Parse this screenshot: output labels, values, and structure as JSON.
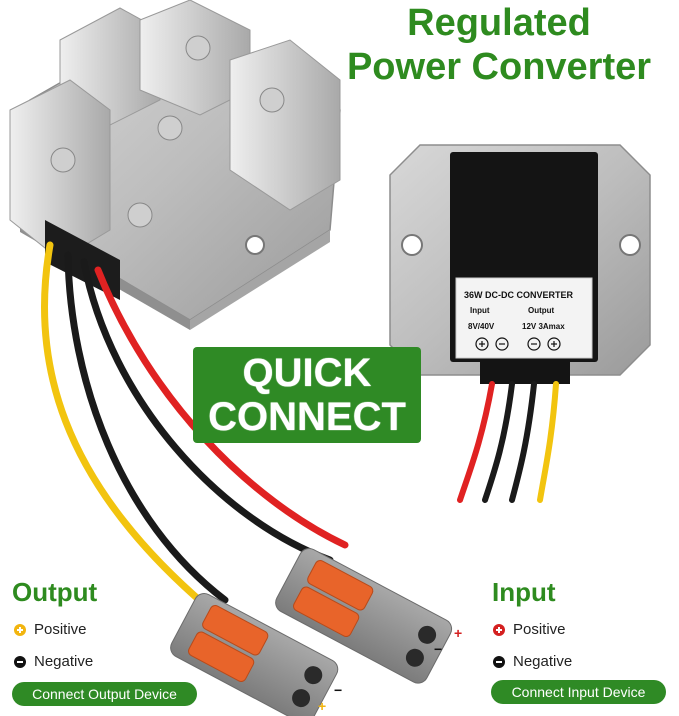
{
  "title": {
    "line1": "Regulated",
    "line2": "Power Converter"
  },
  "quick_connect": {
    "line1": "QUICK",
    "line2": "CONNECT"
  },
  "label": {
    "heading": "36W DC-DC CONVERTER",
    "input_label": "Input",
    "output_label": "Output",
    "input_value": "8V/40V",
    "output_value": "12V  3Amax"
  },
  "output_section": {
    "title": "Output",
    "positive": "Positive",
    "negative": "Negative",
    "button": "Connect Output Device"
  },
  "input_section": {
    "title": "Input",
    "positive": "Positive",
    "negative": "Negative",
    "button": "Connect Input Device"
  },
  "connector_signs": {
    "right_plus": "+",
    "right_minus": "−",
    "left_plus": "+",
    "left_minus": "−"
  },
  "colors": {
    "brand_green": "#2f8a25",
    "wire_red": "#e02222",
    "wire_black": "#1a1a1a",
    "wire_yellow": "#f2c40f",
    "lever_orange": "#e8642a",
    "positive_output": "#f2b50f",
    "positive_input": "#d42020"
  }
}
